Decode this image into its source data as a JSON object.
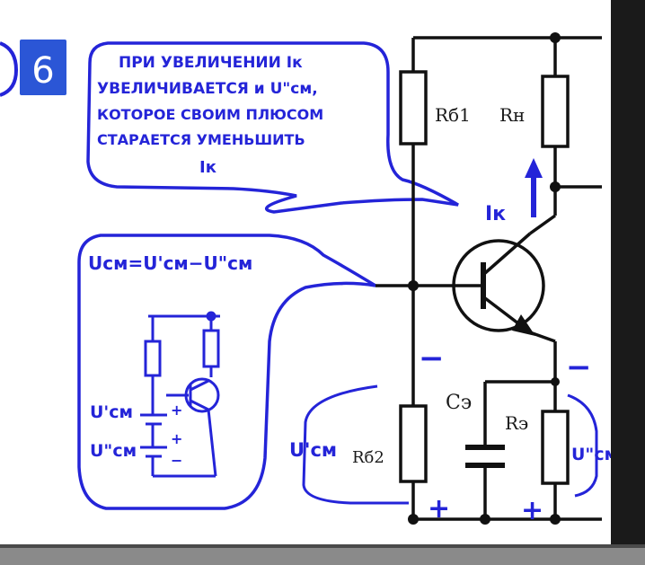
{
  "badge": {
    "number": "6",
    "color": "#2b56d6"
  },
  "top_bubble": {
    "lines": [
      "ПРИ УВЕЛИЧЕНИИ Iк",
      "УВЕЛИЧИВАЕТСЯ и U\"см,",
      "КОТОРОЕ СВОИМ ПЛЮСОМ",
      "СТАРАЕТСЯ УМЕНЬШИТЬ",
      "Iк"
    ]
  },
  "side_bubble": {
    "formula": "Uсм=U'см−U\"см",
    "u_prime": "U'см",
    "u_double": "U\"см"
  },
  "labels": {
    "rb1": "Rб1",
    "rn": "Rн",
    "ik": "Iк",
    "ce": "Cэ",
    "re": "Rэ",
    "rb2": "Rб2",
    "u_prime_left": "U'см",
    "u_double_right": "U\"см",
    "minus": "−",
    "plus": "+"
  },
  "colors": {
    "ink": "#2424d8",
    "wire": "#111111"
  }
}
